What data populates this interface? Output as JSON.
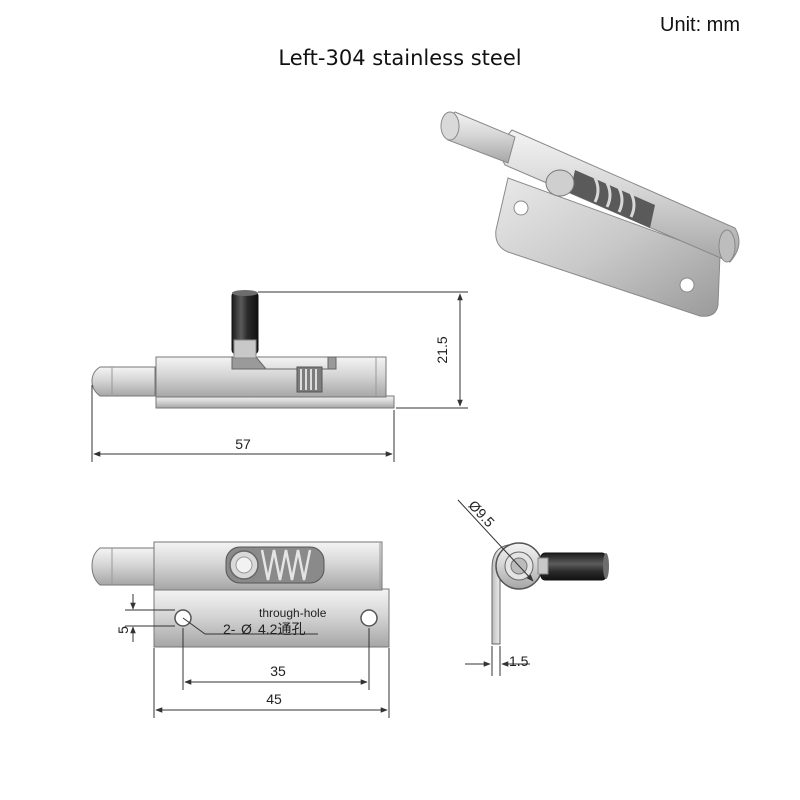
{
  "header": {
    "unit_label": "Unit:  mm",
    "title": "Left-304 stainless steel"
  },
  "dimensions": {
    "height": "21.5",
    "total_length": "57",
    "hole_offset": "5",
    "hole_spacing": "35",
    "plate_width": "45",
    "diameter": "Ø9.5",
    "thickness": "1.5"
  },
  "annotations": {
    "through_hole_en": "through-hole",
    "hole_prefix": "2-",
    "hole_symbol": "Ø",
    "hole_spec": "4.2通孔"
  },
  "colors": {
    "steel_light": "#e6e6e6",
    "steel_mid": "#b9b9b9",
    "steel_dark": "#7a7a7a",
    "knob_dark": "#2b2b2b",
    "line": "#333333"
  }
}
